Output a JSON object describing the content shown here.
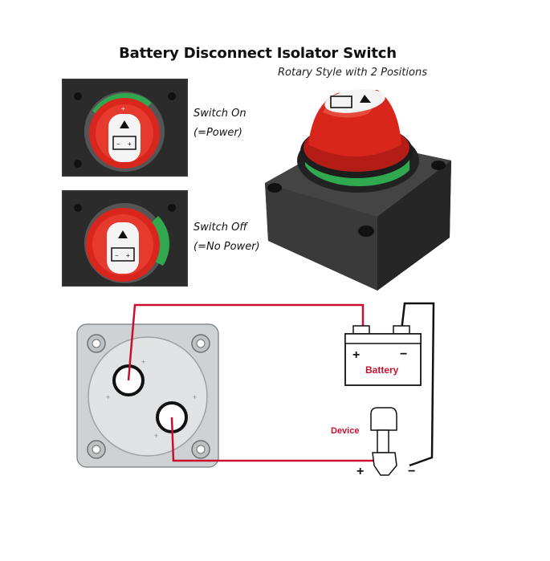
{
  "title": "Battery Disconnect Isolator Switch",
  "subtitle": "Rotary Style with 2 Positions",
  "switch_on": {
    "line1": "Switch On",
    "line2": "(=Power)"
  },
  "switch_off": {
    "line1": "Switch Off",
    "line2": "(=No Power)"
  },
  "wiring": {
    "battery_label": "Battery",
    "device_label": "Device",
    "plus_symbol": "+",
    "minus_symbol": "−",
    "wire_colors": {
      "positive": "#c8102e",
      "negative": "#111111"
    }
  },
  "colors": {
    "knob_red": "#d9261c",
    "position_green": "#2fa84f",
    "housing": "#333333"
  }
}
